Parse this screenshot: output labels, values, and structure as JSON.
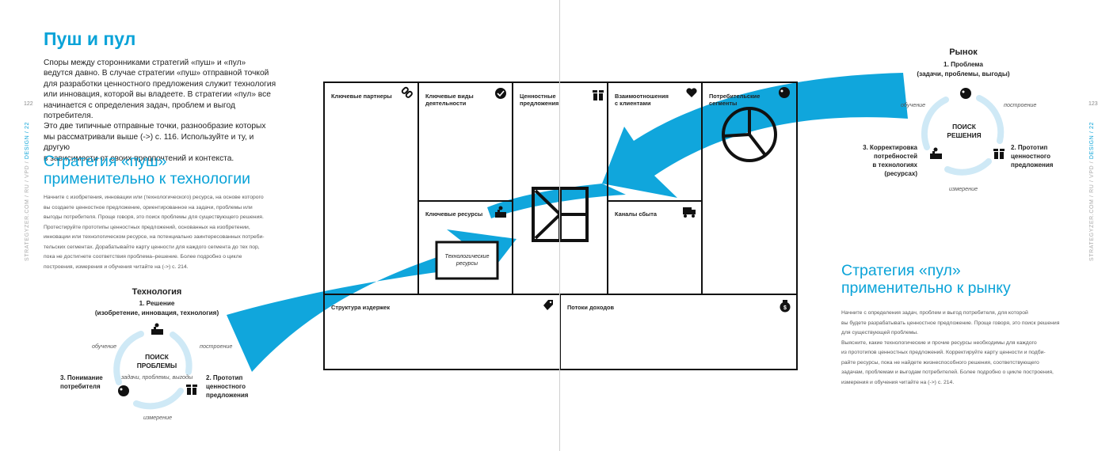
{
  "left_page": {
    "title": "Пуш и пул",
    "intro": "Споры между сторонниками стратегий «пуш» и «пул»\nведутся давно. В случае стратегии «пуш» отправной точкой\nдля разработки ценностного предложения служит технология\nили инновация, которой вы владеете. В стратегии «пул» все\nначинается с определения задач, проблем и выгод потребителя.\nЭто две типичные отправные точки, разнообразие которых\nмы рассматривали выше (->) с. 116. Используйте и ту, и другую\nв зависимости от своих предпочтений и контекста.",
    "push_heading": "Стратегия «пуш»\nприменительно к технологии",
    "push_body": "Начните с изобретения, инновации или (технологического) ресурса, на основе которого\nвы создаете ценностное предложение, ориентированное на задачи, проблемы или\nвыгоды потребителя. Проще говоря, это поиск проблемы для существующего решения.\n      Протестируйте прототипы ценностных предложений, основанных на изобретении,\nинновации или технологическом ресурсе, на потенциально заинтересованных потреби-\nтельских сегментах. Дорабатывайте карту ценности для каждого сегмента до тех пор,\nпока не достигнете соответствия проблема–решение. Более подробно о цикле\nпостроения, измерения и обучения читайте на (->) с. 214.",
    "page_number": "122",
    "side_text": "STRATEGYZER.COM / RU / VPD / ",
    "side_section": "DESIGN / 22"
  },
  "right_page": {
    "pull_heading": "Стратегия «пул»\nприменительно к рынку",
    "pull_body": "Начните с определения задач, проблем и выгод потребителя, для которой\nвы будете разрабатывать ценностное предложение. Проще говоря, это поиск решения\nдля существующей проблемы.\n      Выясните, какие технологические и прочие ресурсы необходимы для каждого\nиз прототипов ценностных предложений. Корректируйте карту ценности и подби-\nрайте ресурсы, пока не найдете жизнеспособного решения, соответствующего\nзадачам, проблемам и выгодам потребителей. Более подробно о цикле построения,\nизмерения и обучения читайте на (->) с. 214.",
    "page_number": "123",
    "side_text": "STRATEGYZER.COM / RU / VPD / ",
    "side_section": "DESIGN / 22"
  },
  "canvas": {
    "key_partners": "Ключевые партнеры",
    "key_activities": "Ключевые виды\nдеятельности",
    "value_propositions": "Ценностные\nпредложения",
    "customer_relationships": "Взаимоотношения\nс клиентами",
    "customer_segments": "Потребительские\nсегменты",
    "key_resources": "Ключевые ресурсы",
    "channels": "Каналы сбыта",
    "cost_structure": "Структура издержек",
    "revenue_streams": "Потоки доходов",
    "tech_resources": "Технологические\nресурсы"
  },
  "tech_cycle": {
    "title": "Технология",
    "subtitle": "1. Решение\n(изобретение, инновация, технология)",
    "center": "ПОИСК\nПРОБЛЕМЫ",
    "step2": "2. Прототип\nценностного\nпредложения",
    "step3": "3. Понимание\nпотребителя",
    "inner_note": "задачи, проблемы, выгоды",
    "learn": "обучение",
    "build": "построение",
    "measure": "измерение"
  },
  "market_cycle": {
    "title": "Рынок",
    "subtitle": "1. Проблема\n(задачи, проблемы, выгоды)",
    "center": "ПОИСК\nРЕШЕНИЯ",
    "step2": "2. Прототип\nценностного\nпредложения",
    "step3": "3. Корректировка\nпотребностей\nв технологиях\n(ресурсах)",
    "learn": "обучение",
    "build": "построение",
    "measure": "измерение"
  },
  "colors": {
    "accent": "#0aa3d8",
    "arrow": "#10a6dc",
    "cycle": "#cfe9f6",
    "ink": "#111111"
  },
  "icons": [
    "link-icon",
    "check-icon",
    "gift-icon",
    "heart-icon",
    "customer-head-icon",
    "worker-icon",
    "truck-icon",
    "price-tag-icon",
    "money-bag-icon",
    "value-map-icon",
    "customer-profile-icon"
  ]
}
